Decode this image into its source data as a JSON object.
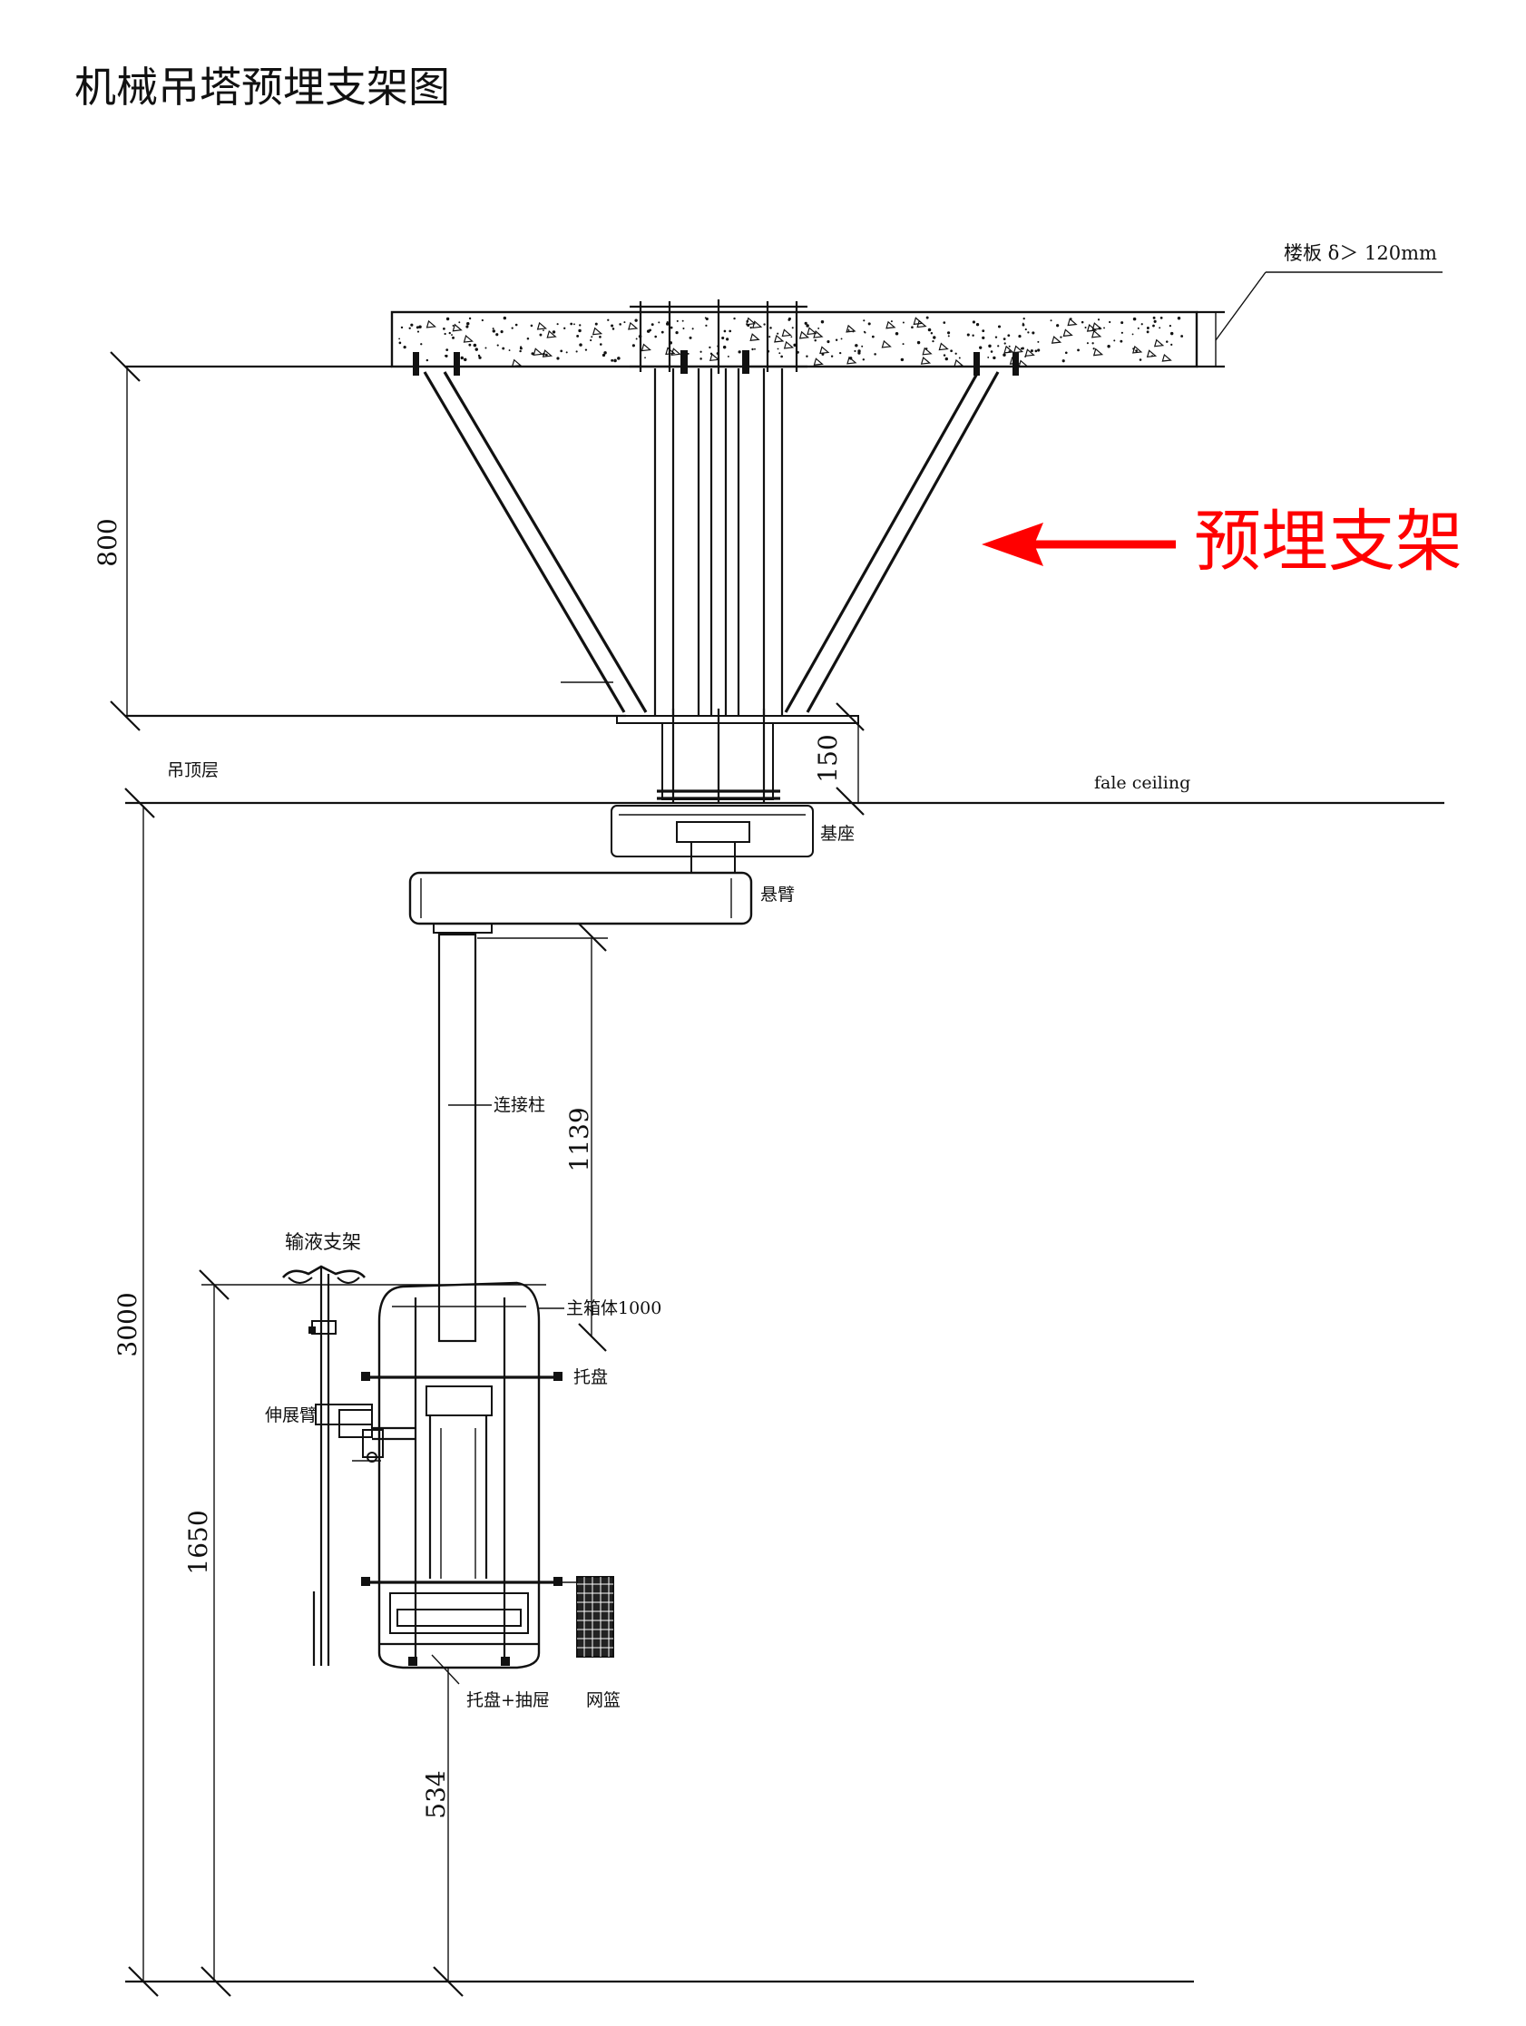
{
  "title": "机械吊塔预埋支架图",
  "callout": {
    "text": "预埋支架",
    "color": "#ff0000"
  },
  "labels": {
    "slab": "楼板  δ＞ 120mm",
    "ceiling_layer": "吊顶层",
    "false_ceiling": "fale ceiling",
    "base": "基座",
    "cantilever": "悬臂",
    "column": "连接柱",
    "iv_stand": "输液支架",
    "main_box": "主箱体1000",
    "tray": "托盘",
    "extension_arm": "伸展臂",
    "tray_drawer": "托盘+抽屉",
    "basket": "网篮"
  },
  "dimensions": {
    "bracket_height": "800",
    "base_height": "150",
    "column_length": "1139",
    "total_height": "3000",
    "iv_height": "1650",
    "bottom_clearance": "534"
  },
  "colors": {
    "line": "#111111",
    "accent": "#ff0000"
  }
}
